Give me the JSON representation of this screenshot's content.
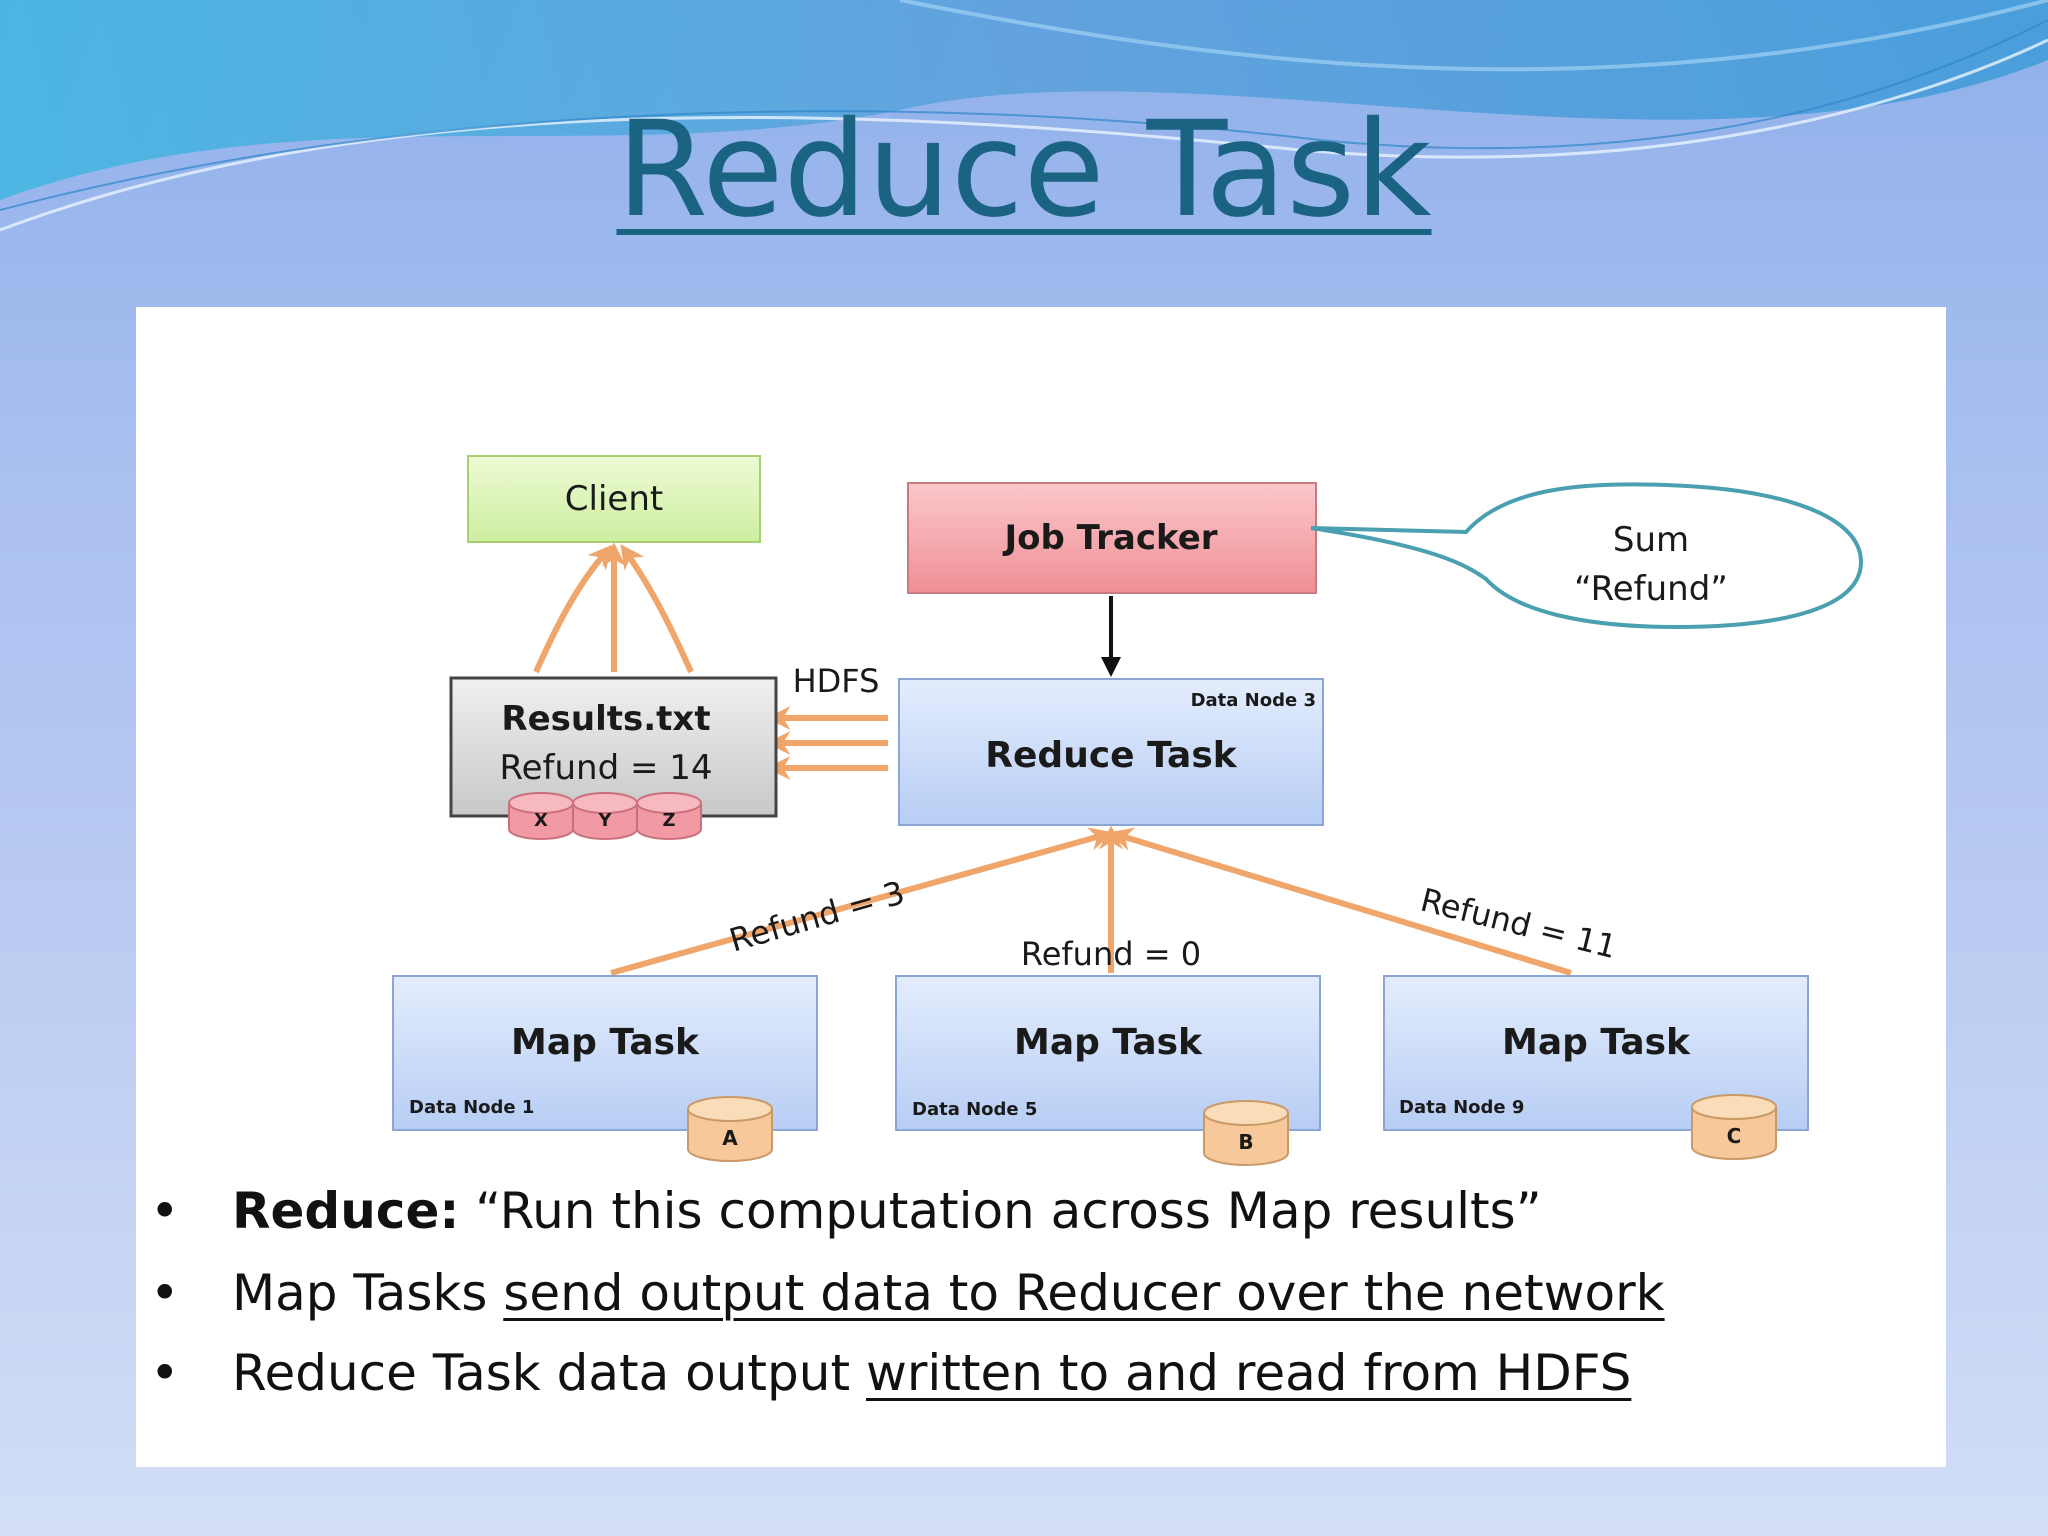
{
  "slide": {
    "title": "Reduce Task"
  },
  "diagram": {
    "client": "Client",
    "job_tracker": "Job Tracker",
    "callout": {
      "line1": "Sum",
      "line2": "“Refund”"
    },
    "hdfs_label": "HDFS",
    "results": {
      "file": "Results.txt",
      "value": "Refund = 14",
      "disks": [
        "X",
        "Y",
        "Z"
      ]
    },
    "reduce_task": {
      "label": "Reduce Task",
      "node": "Data Node 3"
    },
    "edge_labels": [
      "Refund = 3",
      "Refund = 0",
      "Refund = 11"
    ],
    "map_tasks": [
      {
        "label": "Map Task",
        "node": "Data Node 1",
        "disk": "A"
      },
      {
        "label": "Map Task",
        "node": "Data Node 5",
        "disk": "B"
      },
      {
        "label": "Map Task",
        "node": "Data Node 9",
        "disk": "C"
      }
    ],
    "colors": {
      "client": "#d6f3a8",
      "job_tracker": "#f39a9f",
      "task": "#c3d6f7",
      "results": "#d9d9d9",
      "arrow": "#f0a56a",
      "disk_red": "#f29aa4",
      "disk_orange": "#f7c99a",
      "callout_border": "#4a9fb0"
    }
  },
  "bullets": [
    {
      "label": "Reduce:",
      "text": " “Run this computation across Map results”",
      "prefix": "",
      "underlined": ""
    },
    {
      "label": "",
      "text": "",
      "prefix": "Map Tasks ",
      "underlined": "send output data to Reducer over the network"
    },
    {
      "label": "",
      "text": "",
      "prefix": "Reduce Task data output ",
      "underlined": "written to and read from HDFS"
    }
  ]
}
